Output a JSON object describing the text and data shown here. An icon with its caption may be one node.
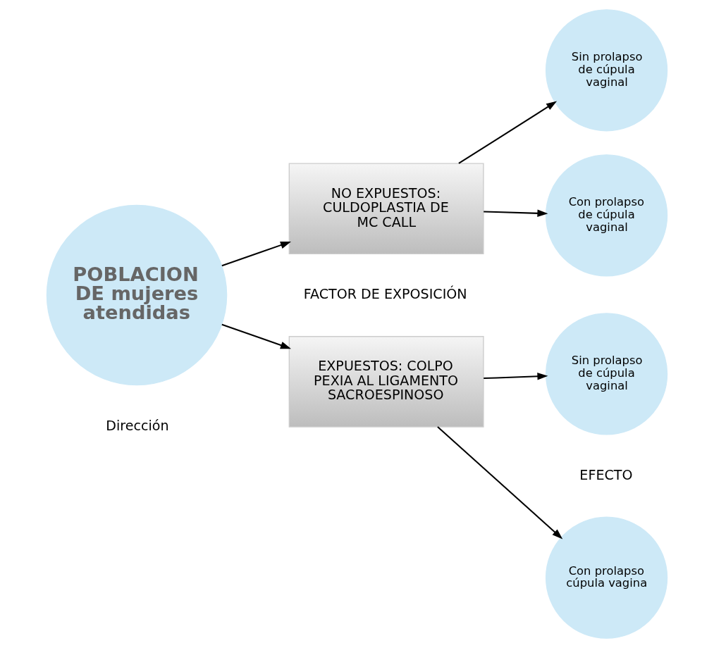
{
  "diagram": {
    "nodes": [
      {
        "text": [
          "POBLACION DE mujeres atendidas"
        ]
      },
      {
        "text": [
          "EXPUESTOS: COLPO PEXIA AL LIGAMENTO SACROESPINOSO"
        ]
      },
      {
        "text": [
          "NO EXPUESTOS: CULDOPLASTIA DE MC CALL"
        ]
      },
      {
        "text": [
          "Con prolapso cúpula vagina"
        ]
      },
      {
        "text": [
          "Sin prolapso de cúpula vaginal"
        ]
      },
      {
        "text": [
          "Con prolapso de cúpula vaginal"
        ]
      },
      {
        "text": [
          "Sin prolapso de cúpula vaginal"
        ]
      }
    ],
    "edges": [
      {
        "from": 0,
        "to": 1,
        "arrow": "to"
      },
      {
        "from": 0,
        "to": 2,
        "arrow": "to"
      },
      {
        "from": 1,
        "to": 3,
        "arrow": "to"
      },
      {
        "from": 1,
        "to": 4,
        "arrow": "to"
      },
      {
        "from": 2,
        "to": 5,
        "arrow": "to"
      },
      {
        "from": 2,
        "to": 6,
        "arrow": "to"
      }
    ],
    "labels": [
      "FACTOR DE EXPOSICIÓN",
      "EFECTO",
      "Dirección"
    ]
  }
}
